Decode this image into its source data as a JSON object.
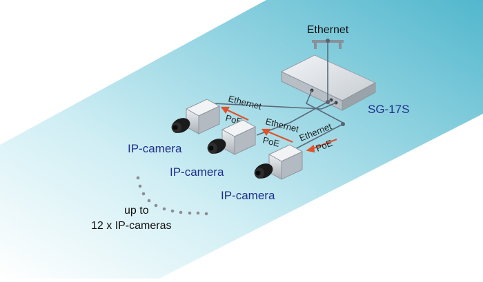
{
  "labels": {
    "ethernet_top": "Ethernet",
    "device": "SG-17S",
    "cam1_ethernet": "Ethernet",
    "cam1_poe": "PoE",
    "cam2_ethernet": "Ethernet",
    "cam2_poe": "PoE",
    "cam3_ethernet": "Ethernet",
    "cam3_poe": "PoE",
    "camera1": "IP-camera",
    "camera2": "IP-camera",
    "camera3": "IP-camera",
    "upto_line1": "up to",
    "upto_line2": "12 x IP-cameras"
  },
  "colors": {
    "plane_light": "#e9f7fa",
    "plane_dark": "#5bbdd1",
    "device_body": "#d9dde2",
    "cable": "#5a6a7a",
    "poe_arrow": "#e0522a",
    "camera_body": "#c9ced3",
    "lens": "#1b1b1b",
    "label_blue": "#1f2f8a"
  },
  "icons": [
    "switch-device-icon",
    "ethernet-connector-icon",
    "ip-camera-icon",
    "poe-arrow-icon"
  ]
}
